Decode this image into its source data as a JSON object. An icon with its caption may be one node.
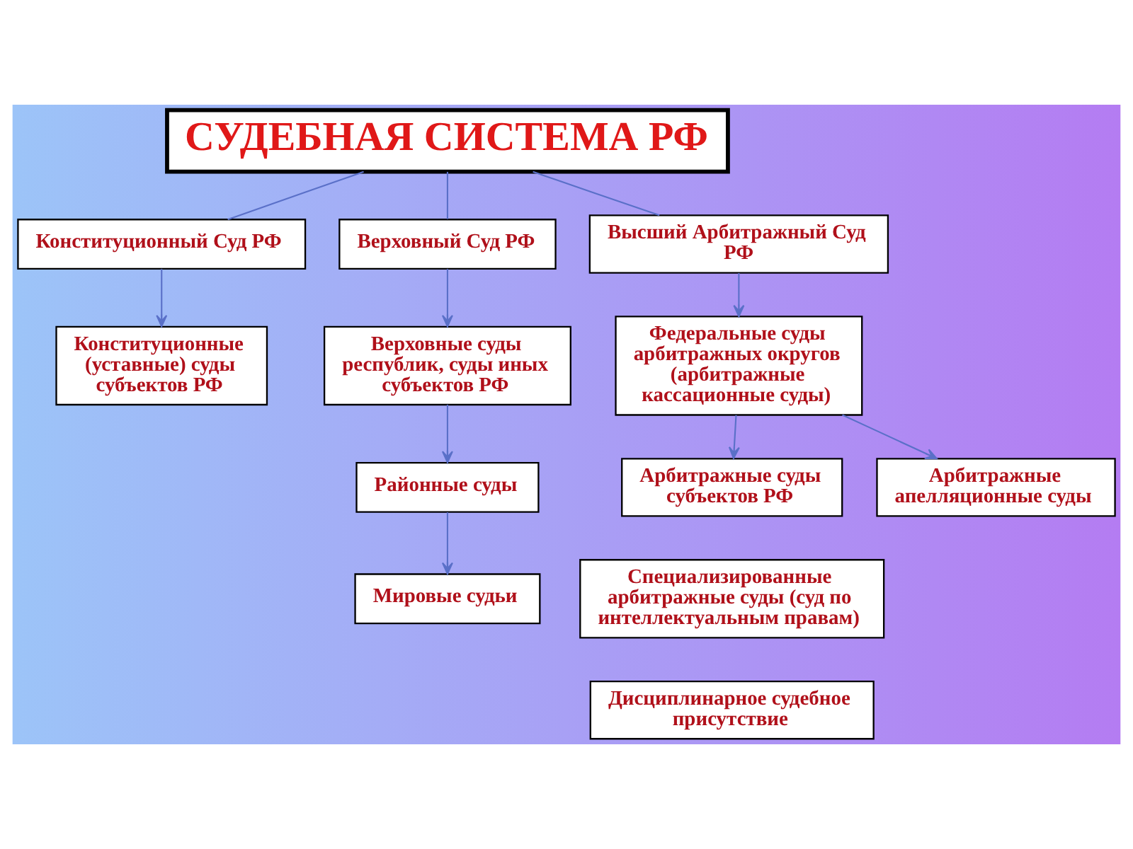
{
  "diagram": {
    "nodes": [
      {
        "text": [
          "СУДЕБНАЯ СИСТЕМА РФ"
        ]
      },
      {
        "text": [
          "Конституционный Суд РФ"
        ]
      },
      {
        "text": [
          "Верховный Суд РФ"
        ]
      },
      {
        "text": [
          "Высший Арбитражный Суд РФ"
        ]
      },
      {
        "text": [
          "Конституционные (уставные) суды субъектов РФ"
        ]
      },
      {
        "text": [
          "Верховные суды республик, суды иных субъектов РФ"
        ]
      },
      {
        "text": [
          "Федеральные суды арбитражных округов (арбитражные кассационные суды)"
        ]
      },
      {
        "text": [
          "Районные суды"
        ]
      },
      {
        "text": [
          "Арбитражные суды субъектов РФ"
        ]
      },
      {
        "text": [
          "Арбитражные апелляционные суды"
        ]
      },
      {
        "text": [
          "Мировые судьи"
        ]
      },
      {
        "text": [
          "Специализированные арбитражные суды (суд по интеллектуальным правам)"
        ]
      },
      {
        "text": [
          "Дисциплинарное судебное присутствие"
        ]
      }
    ],
    "edges": [
      {
        "from": 0,
        "to": 1,
        "arrow": "none"
      },
      {
        "from": 0,
        "to": 2,
        "arrow": "none"
      },
      {
        "from": 0,
        "to": 3,
        "arrow": "none"
      },
      {
        "from": 1,
        "to": 4,
        "arrow": "to"
      },
      {
        "from": 2,
        "to": 5,
        "arrow": "to"
      },
      {
        "from": 3,
        "to": 6,
        "arrow": "to"
      },
      {
        "from": 5,
        "to": 7,
        "arrow": "to"
      },
      {
        "from": 6,
        "to": 8,
        "arrow": "to"
      },
      {
        "from": 6,
        "to": 9,
        "arrow": "to"
      },
      {
        "from": 7,
        "to": 10,
        "arrow": "to"
      }
    ]
  }
}
